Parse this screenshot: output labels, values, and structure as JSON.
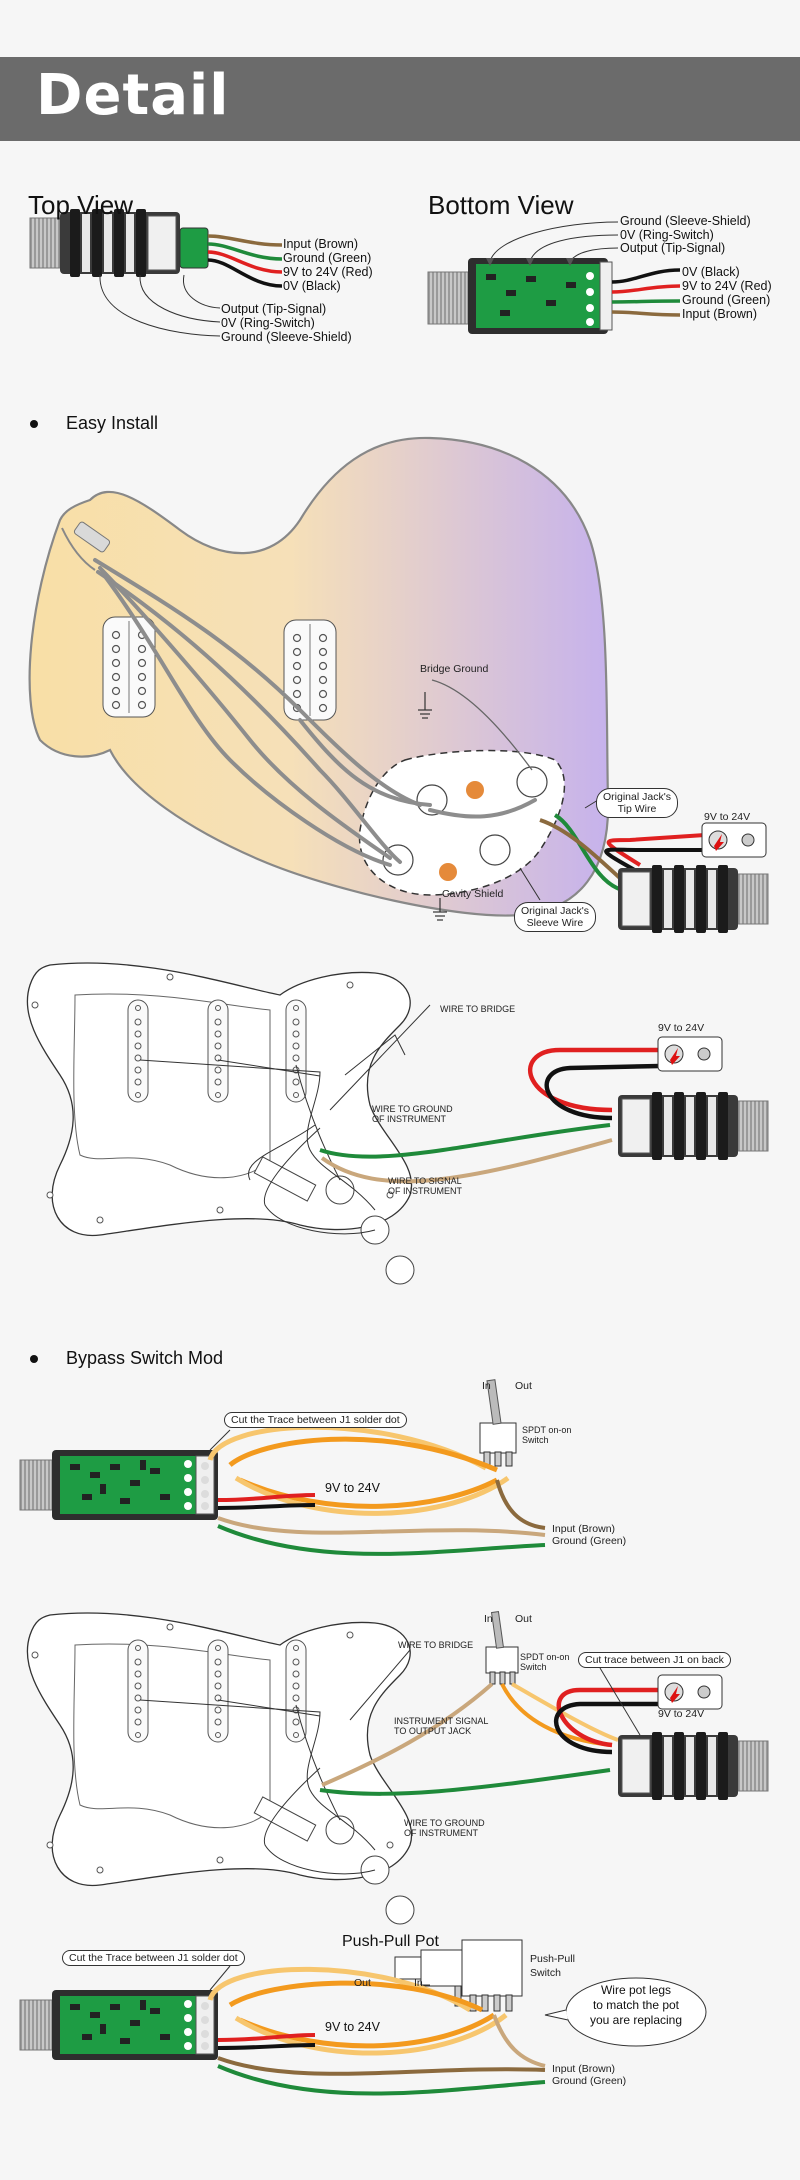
{
  "header": {
    "title": "Detail"
  },
  "views": {
    "top": {
      "title": "Top View",
      "right_labels": [
        "Input (Brown)",
        "Ground (Green)",
        "9V to 24V (Red)",
        "0V (Black)"
      ],
      "bottom_labels": [
        "Output (Tip-Signal)",
        "0V (Ring-Switch)",
        "Ground (Sleeve-Shield)"
      ]
    },
    "bottom": {
      "title": "Bottom View",
      "top_labels": [
        "Ground (Sleeve-Shield)",
        "0V (Ring-Switch)",
        "Output (Tip-Signal)"
      ],
      "right_labels": [
        "0V (Black)",
        "9V to 24V (Red)",
        "Ground (Green)",
        "Input (Brown)"
      ]
    }
  },
  "easy_install": {
    "title": "Easy Install",
    "bridge_ground": "Bridge Ground",
    "cavity_shield": "Cavity Shield",
    "tip_wire": "Original Jack's Tip Wire",
    "tip_wire_l1": "Original Jack's",
    "tip_wire_l2": "Tip Wire",
    "sleeve_wire_l1": "Original Jack's",
    "sleeve_wire_l2": "Sleeve Wire",
    "battery": "9V to 24V",
    "strat": {
      "battery": "9V to 24V",
      "wire_to_bridge": "WIRE TO BRIDGE",
      "wire_ground_l1": "WIRE TO GROUND",
      "wire_ground_l2": "OF INSTRUMENT",
      "wire_signal_l1": "WIRE TO SIGNAL",
      "wire_signal_l2": "OF INSTRUMENT"
    }
  },
  "bypass": {
    "title": "Bypass Switch Mod",
    "mod1": {
      "cut_label": "Cut the Trace between J1 solder dot",
      "in": "In",
      "out": "Out",
      "spdt_l1": "SPDT on-on",
      "spdt_l2": "Switch",
      "power": "9V to 24V",
      "input": "Input (Brown)",
      "ground": "Ground (Green)"
    },
    "mod2": {
      "in": "In",
      "out": "Out",
      "spdt_l1": "SPDT on-on",
      "spdt_l2": "Switch",
      "cut_label": "Cut trace between J1 on back",
      "wire_to_bridge": "WIRE TO BRIDGE",
      "signal_l1": "INSTRUMENT SIGNAL",
      "signal_l2": "TO OUTPUT JACK",
      "power": "9V to 24V",
      "ground_l1": "WIRE TO GROUND",
      "ground_l2": "OF  INSTRUMENT"
    },
    "mod3": {
      "cut_label": "Cut the Trace between J1 solder dot",
      "pushpull_title": "Push-Pull Pot",
      "out": "Out",
      "in": "In",
      "pushpull_l1": "Push-Pull",
      "pushpull_l2": "Switch",
      "note_l1": "Wire pot legs",
      "note_l2": "to match the pot",
      "note_l3": "you are replacing",
      "power": "9V to 24V",
      "input": "Input (Brown)",
      "ground": "Ground (Green)"
    }
  },
  "colors": {
    "banner": "#6b6b6b",
    "brown": "#8b6a3e",
    "green": "#1f8a3a",
    "red": "#e02020",
    "black": "#111111",
    "orange": "#f39a1e",
    "tan": "#c9a77c",
    "pcb": "#1e9c44"
  }
}
